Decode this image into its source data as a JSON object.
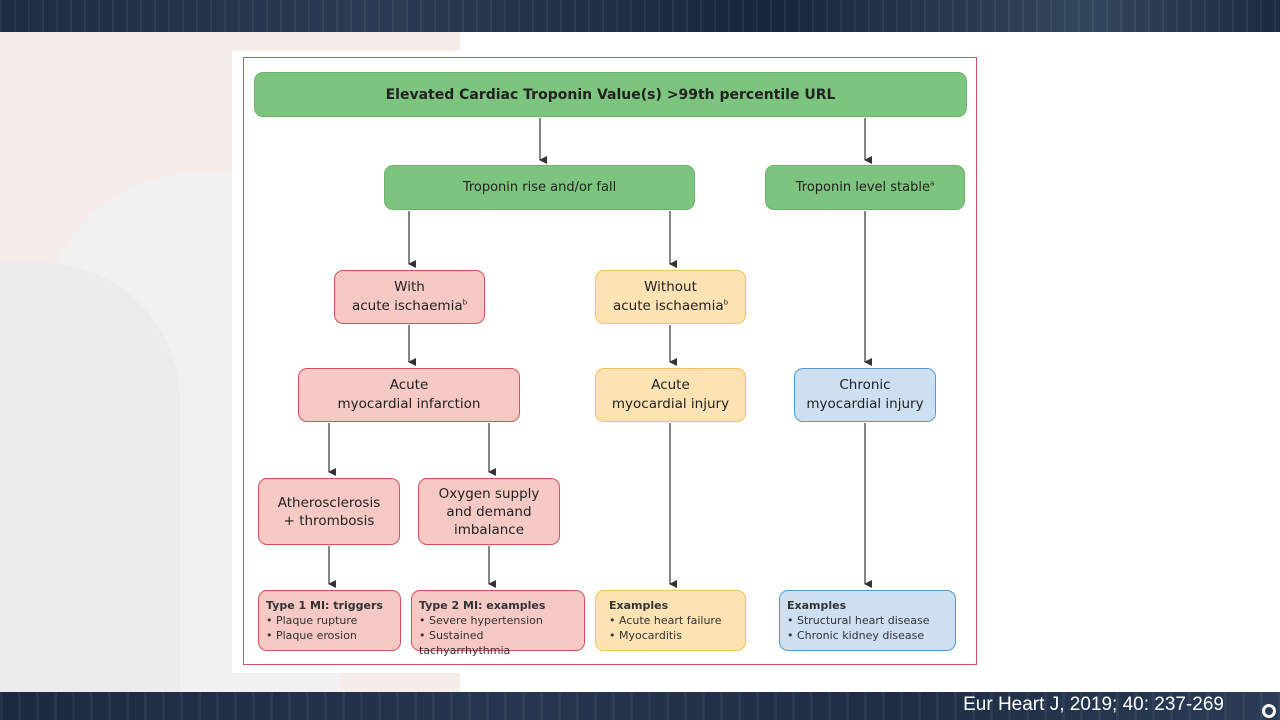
{
  "slide": {
    "citation": "Eur Heart J, 2019; 40: 237-269"
  },
  "diagram": {
    "top": "Elevated Cardiac Troponin Value(s) >99th percentile URL",
    "rise_fall": "Troponin rise and/or fall",
    "stable": "Troponin level stable",
    "stable_sup": "a",
    "with_ischaemia": {
      "line1": "With",
      "line2": "acute ischaemia",
      "sup": "b"
    },
    "without_ischaemia": {
      "line1": "Without",
      "line2": "acute ischaemia",
      "sup": "b"
    },
    "ami": {
      "line1": "Acute",
      "line2": "myocardial infarction"
    },
    "acute_injury": {
      "line1": "Acute",
      "line2": "myocardial injury"
    },
    "chronic_injury": {
      "line1": "Chronic",
      "line2": "myocardial injury"
    },
    "athero": {
      "line1": "Atherosclerosis",
      "line2": "+ thrombosis"
    },
    "oxygen": {
      "line1": "Oxygen supply",
      "line2": "and demand",
      "line3": "imbalance"
    },
    "type1": {
      "title": "Type 1 MI: triggers",
      "items": [
        "• Plaque rupture",
        "• Plaque erosion"
      ]
    },
    "type2": {
      "title": "Type 2 MI: examples",
      "items": [
        "• Severe hypertension",
        "• Sustained tachyarrhythmia"
      ]
    },
    "examples_acute": {
      "title": "Examples",
      "items": [
        "• Acute heart failure",
        "• Myocarditis"
      ]
    },
    "examples_chronic": {
      "title": "Examples",
      "items": [
        "• Structural heart disease",
        "• Chronic kidney disease"
      ]
    }
  }
}
